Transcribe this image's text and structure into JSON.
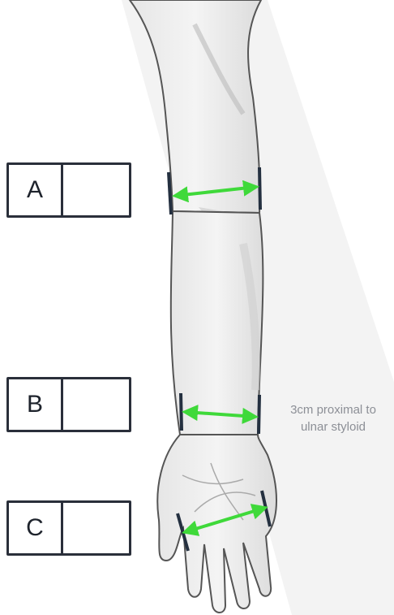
{
  "measurements": [
    {
      "label": "A",
      "value": ""
    },
    {
      "label": "B",
      "value": ""
    },
    {
      "label": "C",
      "value": ""
    }
  ],
  "note": {
    "line1": "3cm proximal to",
    "line2": "ulnar styloid"
  },
  "colors": {
    "arrow": "#3fd93a",
    "marker": "#243040",
    "outline": "#2a2f3a"
  }
}
